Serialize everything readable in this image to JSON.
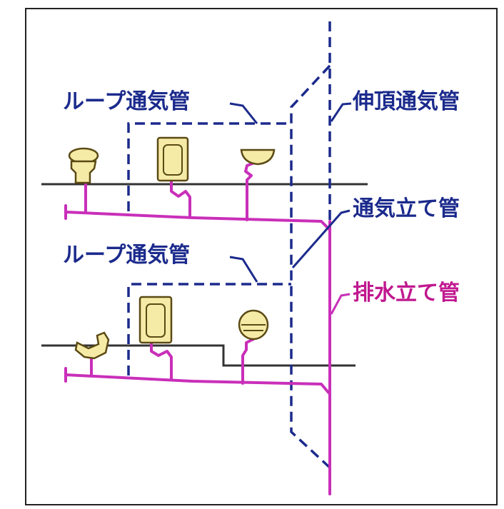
{
  "labels": {
    "loop_vent_upper": "ループ通気管",
    "stack_vent": "伸頂通気管",
    "vent_stack": "通気立て管",
    "loop_vent_lower": "ループ通気管",
    "drain_stack": "排水立て管"
  },
  "colors": {
    "vent_blue": "#1b2a8c",
    "drain_magenta": "#c92fb9",
    "fixture_fill": "#f6eba6",
    "floor_line": "#333333"
  },
  "icons": {
    "toilet_upper": "western-toilet-icon",
    "urinal_upper": "wall-urinal-icon",
    "sink_upper": "wash-basin-icon",
    "toilet_lower": "japanese-toilet-icon",
    "urinal_lower": "wall-urinal-icon",
    "sink_lower": "round-basin-icon"
  }
}
